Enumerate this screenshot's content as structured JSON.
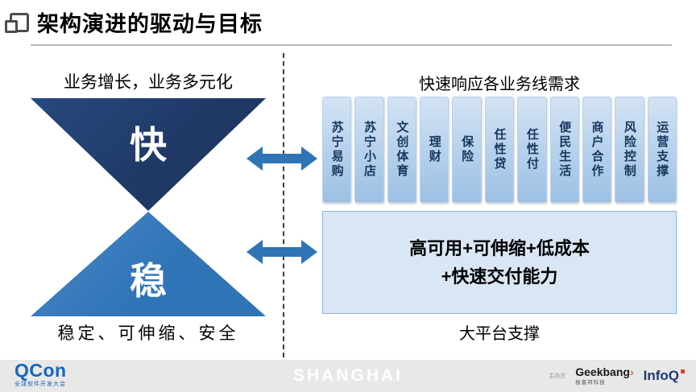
{
  "header": {
    "title": "架构演进的驱动与目标"
  },
  "left": {
    "top_label": "业务增长，业务多元化",
    "fast_char": "快",
    "stable_char": "稳",
    "bottom_label": "稳定、可伸缩、安全"
  },
  "right": {
    "top_label": "快速响应各业务线需求",
    "business_lines": [
      "苏宁易购",
      "苏宁小店",
      "文创体育",
      "理财",
      "保险",
      "任性贷",
      "任性付",
      "便民生活",
      "商户合作",
      "风险控制",
      "运营支撑"
    ],
    "platform_box_line1": "高可用+可伸缩+低成本",
    "platform_box_line2": "+快速交付能力",
    "bottom_label": "大平台支撑"
  },
  "footer": {
    "qcon": "QCon",
    "qcon_sub": "全球软件开发大会",
    "city": "SHANGHAI",
    "organizer_label": "主办方",
    "geekbang": "Geekbang",
    "geekbang_arrow": "›",
    "geekbang_sub": "极客邦科技",
    "infoq": "InfoQ"
  },
  "colors": {
    "dark_navy": "#1F3864",
    "medium_blue": "#2E74B6",
    "arrow_blue": "#2E74B6",
    "box_fill_light": "#D3E3F4",
    "box_fill_dark": "#9CC0E4",
    "box_text": "#17375E",
    "platform_fill": "#D9E6F4",
    "platform_border": "#8FB4DC",
    "footer_bg": "#E8E8E8",
    "qcon_blue": "#1565C0",
    "infoq_navy": "#1B3A6B",
    "geek_orange": "#F26522"
  }
}
